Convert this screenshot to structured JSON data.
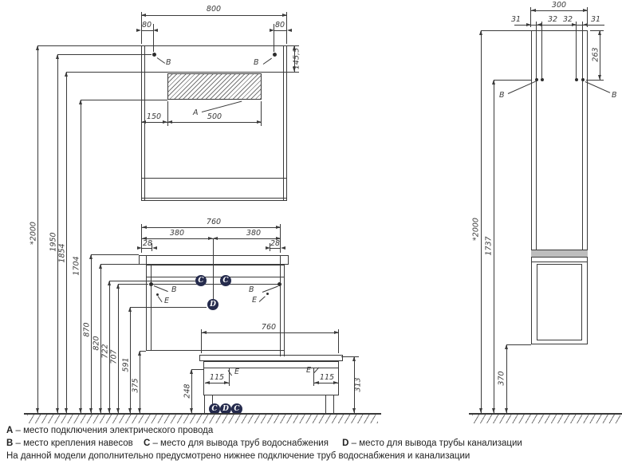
{
  "markers": {
    "a": "A",
    "b": "B",
    "c": "C",
    "d": "D",
    "e": "E"
  },
  "dims": {
    "mirror": {
      "width": "800",
      "hanger_left": "80",
      "hanger_right": "80",
      "top_section": "145,5",
      "hatch_offset": "150",
      "hatch_width": "500"
    },
    "vanity": {
      "width": "760",
      "left_half": "380",
      "right_half": "380",
      "edge_left": "28",
      "edge_right": "28"
    },
    "base": {
      "width": "760",
      "inset_left": "115",
      "inset_right": "115",
      "height": "313",
      "outlet": "248"
    },
    "heights": {
      "h2000": "*2000",
      "h1950": "1950",
      "h1854": "1854",
      "h1704": "1704",
      "h870": "870",
      "h820": "820",
      "h722": "722",
      "h707": "707",
      "h591": "591",
      "h375": "375"
    },
    "column": {
      "width": "300",
      "e1": "31",
      "e2": "32",
      "e3": "32",
      "e4": "31",
      "hanger_depth": "263",
      "total": "*2000",
      "hanger_height": "1737",
      "bottom_gap": "370"
    }
  },
  "legend": {
    "a_key": "A",
    "a_text": "– место подключения электрического провода",
    "b_key": "B",
    "b_text": "– место крепления навесов",
    "c_key": "C",
    "c_text": "– место для вывода труб водоснабжения",
    "d_key": "D",
    "d_text": "– место для вывода трубы канализации",
    "note": "На данной модели дополнительно предусмотрено нижнее подключение труб водоснабжения и канализации"
  }
}
